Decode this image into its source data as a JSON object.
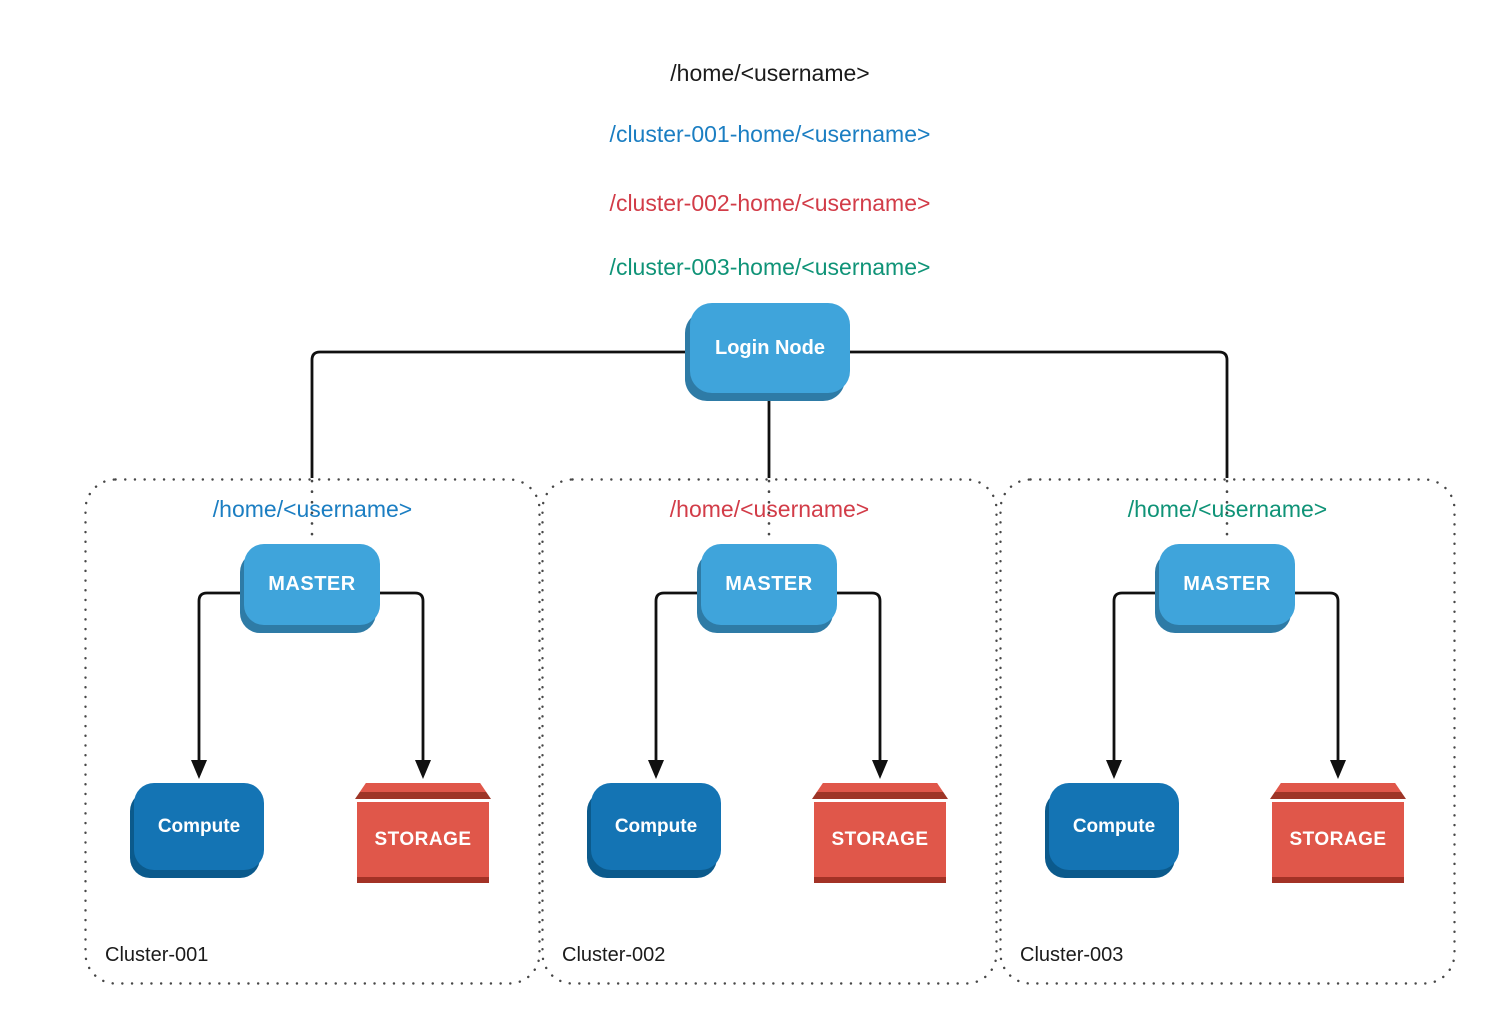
{
  "shared_paths": [
    {
      "text": "/home/<username>",
      "color": "#1b1b1b"
    },
    {
      "text": "/cluster-001-home/<username>",
      "color": "#1B7EC2"
    },
    {
      "text": "/cluster-002-home/<username>",
      "color": "#D23C48"
    },
    {
      "text": "/cluster-003-home/<username>",
      "color": "#0F9377"
    }
  ],
  "login_node": {
    "label": "Login Node"
  },
  "clusters": [
    {
      "label": "Cluster-001",
      "home_path": "/home/<username>",
      "accent": "#1B7EC2",
      "master_label": "MASTER",
      "compute_label": "Compute",
      "storage_label": "STORAGE"
    },
    {
      "label": "Cluster-002",
      "home_path": "/home/<username>",
      "accent": "#D23C48",
      "master_label": "MASTER",
      "compute_label": "Compute",
      "storage_label": "STORAGE"
    },
    {
      "label": "Cluster-003",
      "home_path": "/home/<username>",
      "accent": "#0F9377",
      "master_label": "MASTER",
      "compute_label": "Compute",
      "storage_label": "STORAGE"
    }
  ],
  "colors": {
    "node_blue": "#3FA4DB",
    "node_blue_shadow": "#2E7BA6",
    "compute_blue": "#1474B4",
    "compute_blue_shadow": "#0B5A8C",
    "storage_red": "#E0574A",
    "storage_lid_dark": "#9E3527",
    "storage_base_dark": "#A33226",
    "connector_black": "#101010",
    "dot_gray": "#474747"
  }
}
